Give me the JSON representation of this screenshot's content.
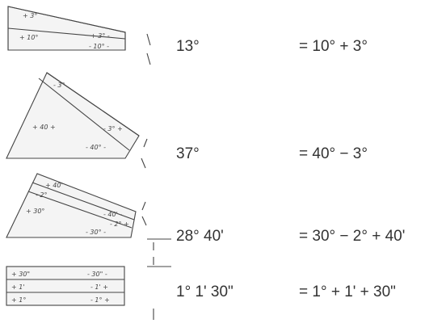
{
  "rows": [
    {
      "angle": "13°",
      "formula": "= 10° + 3°",
      "block_labels": {
        "a": "+ 3°",
        "b": "+ 10°",
        "c": "+ 3° -",
        "d": "- 10° -"
      }
    },
    {
      "angle": "37°",
      "formula": "= 40° − 3°",
      "block_labels": {
        "a": "- 3°",
        "b": "+ 40 +",
        "c": "- 3° +",
        "d": "- 40° -"
      }
    },
    {
      "angle": "28° 40'",
      "formula": "= 30° − 2° + 40'",
      "block_labels": {
        "a": "+ 40'",
        "b": "- 2°",
        "c": "+ 30°",
        "d": "- 40' -",
        "e": "- 2° +",
        "f": "- 30° -"
      }
    },
    {
      "angle": "1° 1' 30\"",
      "formula": "=  1° + 1' + 30\"",
      "block_labels": {
        "a": "+ 30\"",
        "b": "+ 1'",
        "c": "+ 1°",
        "d": "- 30\" -",
        "e": "- 1' +",
        "f": "- 1° +"
      }
    }
  ]
}
